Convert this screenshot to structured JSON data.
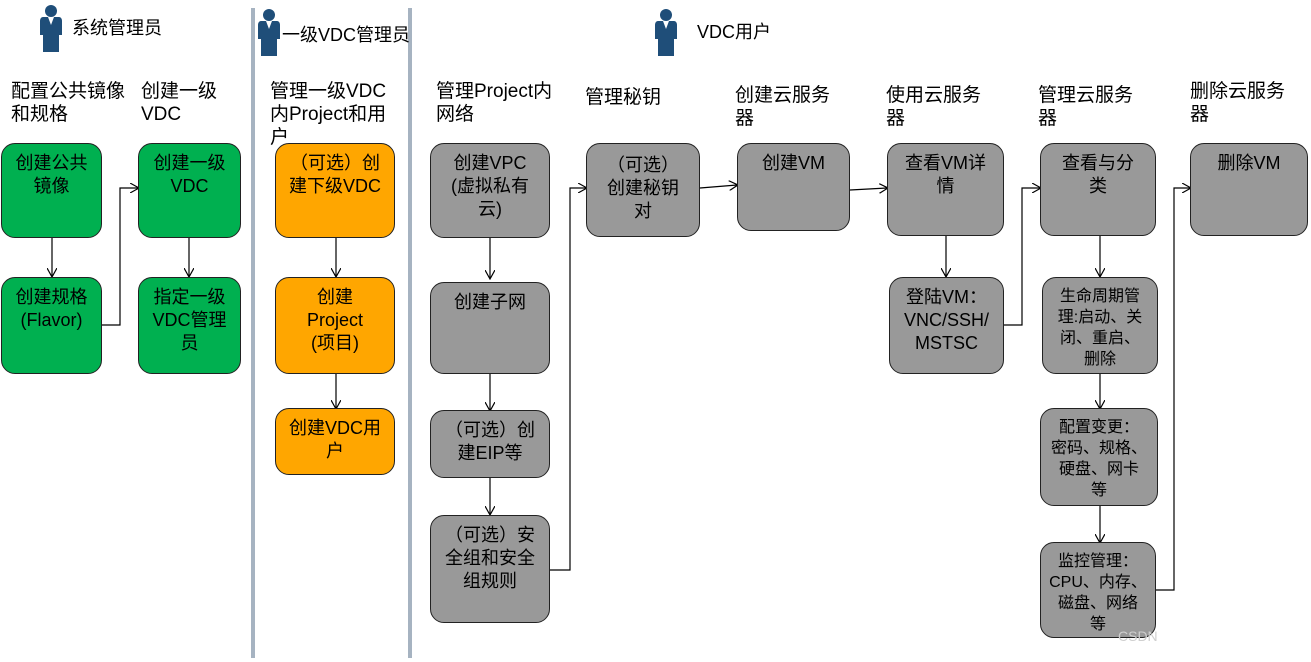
{
  "roles": {
    "admin": "系统管理员",
    "vdc_admin": "一级VDC管理员",
    "vdc_user": "VDC用户"
  },
  "icons": {
    "user": "user-silhouette-icon"
  },
  "colors": {
    "green": "#00b050",
    "orange": "#ffa600",
    "gray": "#999999",
    "divider": "#a6b3c1"
  },
  "columns": {
    "c1": "配置公共镜像和规格",
    "c2": "创建一级VDC",
    "c3": "管理一级VDC内Project和用户",
    "c4": "管理Project内网络",
    "c5": "管理秘钥",
    "c6": "创建云服务器",
    "c7": "使用云服务器",
    "c8": "管理云服务器",
    "c9": "删除云服务器"
  },
  "boxes": {
    "create_public_image": "创建公共\n镜像",
    "create_flavor": "创建规格\n(Flavor)",
    "create_vdc": "创建一级\nVDC",
    "assign_vdc_admin": "指定一级\nVDC管理\n员",
    "create_sub_vdc": "（可选）创\n建下级VDC",
    "create_project": "创建\nProject\n(项目)",
    "create_vdc_user": "创建VDC用\n户",
    "create_vpc": "创建VPC\n(虚拟私有\n云)",
    "create_subnet": "创建子网",
    "create_eip": "（可选）创\n建EIP等",
    "security_group": "（可选）安\n全组和安全\n组规则",
    "create_keypair": "（可选）\n创建秘钥\n对",
    "create_vm": "创建VM",
    "view_vm_detail": "查看VM详\n情",
    "login_vm": "登陆VM：\nVNC/SSH/\nMSTSC",
    "view_classify": "查看与分\n类",
    "lifecycle": "生命周期管\n理:启动、关\n闭、重启、\n删除",
    "config_change": "配置变更：\n密码、规格、\n硬盘、网卡\n等",
    "monitoring": "监控管理：\nCPU、内存、\n磁盘、网络\n等",
    "delete_vm": "删除VM"
  },
  "watermark": "CSDN"
}
